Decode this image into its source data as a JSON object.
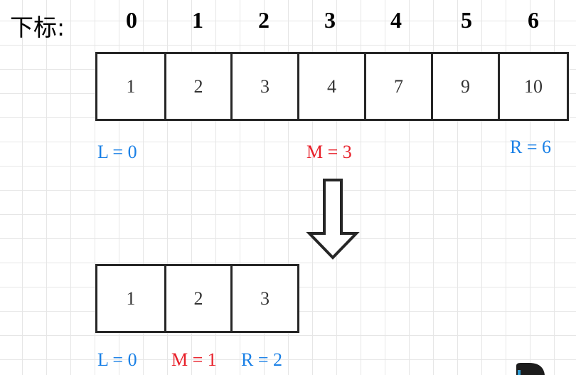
{
  "header": {
    "index_label": "下标:",
    "indices": [
      "0",
      "1",
      "2",
      "3",
      "4",
      "5",
      "6"
    ]
  },
  "top_array": {
    "values": [
      "1",
      "2",
      "3",
      "4",
      "7",
      "9",
      "10"
    ]
  },
  "top_pointers": {
    "left": "L = 0",
    "mid": "M = 3",
    "right": "R = 6"
  },
  "bottom_array": {
    "values": [
      "1",
      "2",
      "3"
    ]
  },
  "bottom_pointers": {
    "left": "L = 0",
    "mid": "M = 1",
    "right": "R = 2"
  },
  "colors": {
    "left_right_pointer": "#1a80e6",
    "mid_pointer": "#e8202a",
    "cell_border": "#262626"
  },
  "icons": {
    "down_arrow": "down-arrow-icon",
    "watermark": "logo-icon"
  }
}
